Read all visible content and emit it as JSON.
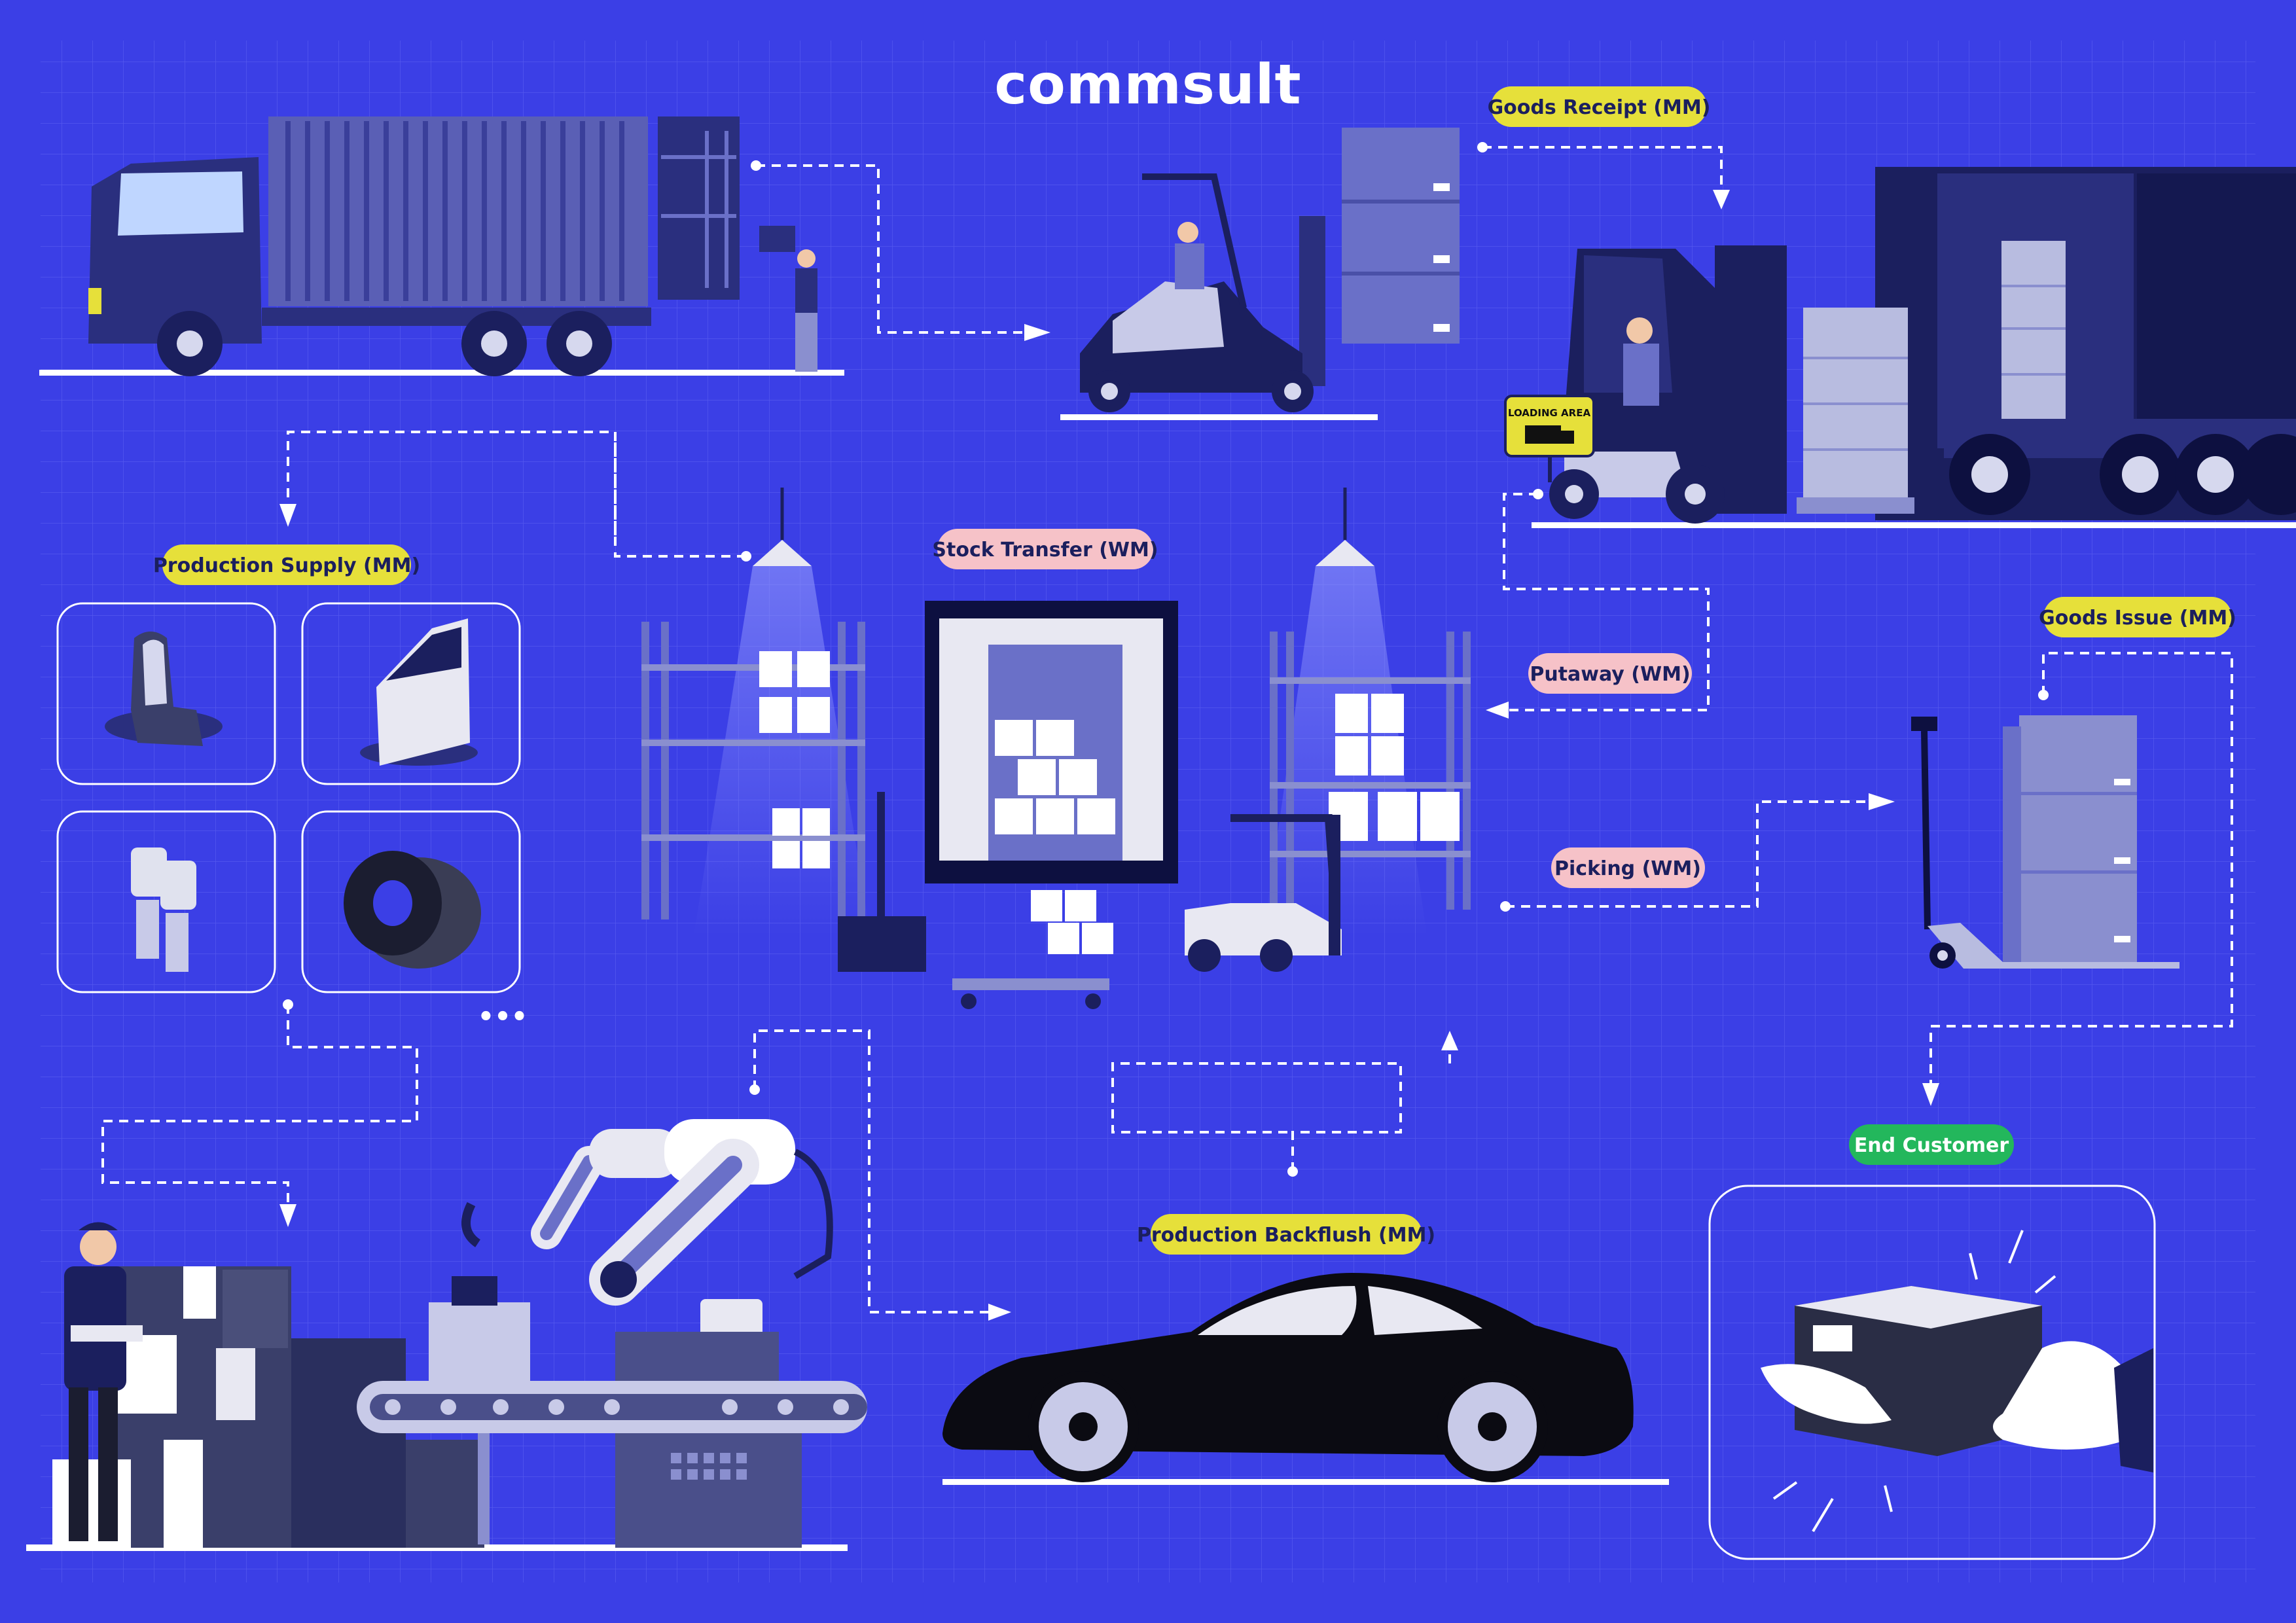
{
  "brand": {
    "logo_text": "commsult"
  },
  "labels": {
    "goods_receipt": "Goods Receipt (MM)",
    "production_supply": "Production Supply (MM)",
    "stock_transfer": "Stock Transfer (WM)",
    "putaway": "Putaway (WM)",
    "goods_issue": "Goods Issue (MM)",
    "picking": "Picking (WM)",
    "end_customer": "End Customer",
    "production_backflush": "Production Backflush (MM)"
  },
  "signage": {
    "loading_area": "LOADING AREA"
  },
  "more_indicator": "•••",
  "colors": {
    "background": "#3b3fe6",
    "label_yellow": "#e6e03a",
    "label_pink": "#f6c2c8",
    "label_green": "#23b75c",
    "dark_navy": "#1b1f5e",
    "white": "#ffffff"
  },
  "icons": [
    "truck-icon",
    "forklift-icon",
    "car-seat-icon",
    "car-door-icon",
    "piston-icon",
    "tire-icon",
    "robot-arm-icon",
    "car-icon",
    "package-handover-icon",
    "pallet-jack-icon",
    "shelf-icon"
  ]
}
